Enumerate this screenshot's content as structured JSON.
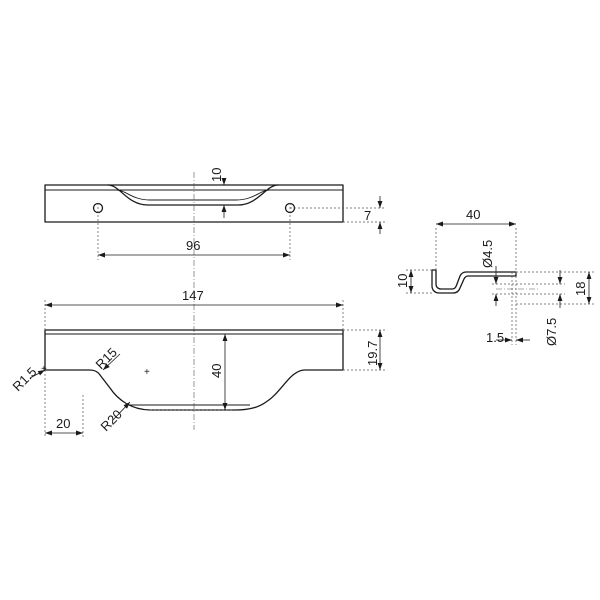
{
  "drawing": {
    "dimensions": {
      "depth_10_top": "10",
      "height_7": "7",
      "hole_spacing_96": "96",
      "length_147": "147",
      "height_19_7": "19.7",
      "height_40": "40",
      "radius_r15": "R15",
      "radius_r1_5": "R1.5",
      "offset_20": "20",
      "radius_r20": "R20",
      "profile_width_40": "40",
      "profile_depth_10": "10",
      "hole_d4_5": "Ø4.5",
      "profile_height_18": "18",
      "thickness_1_5": "1.5",
      "counterbore_d7_5": "Ø7.5"
    }
  }
}
